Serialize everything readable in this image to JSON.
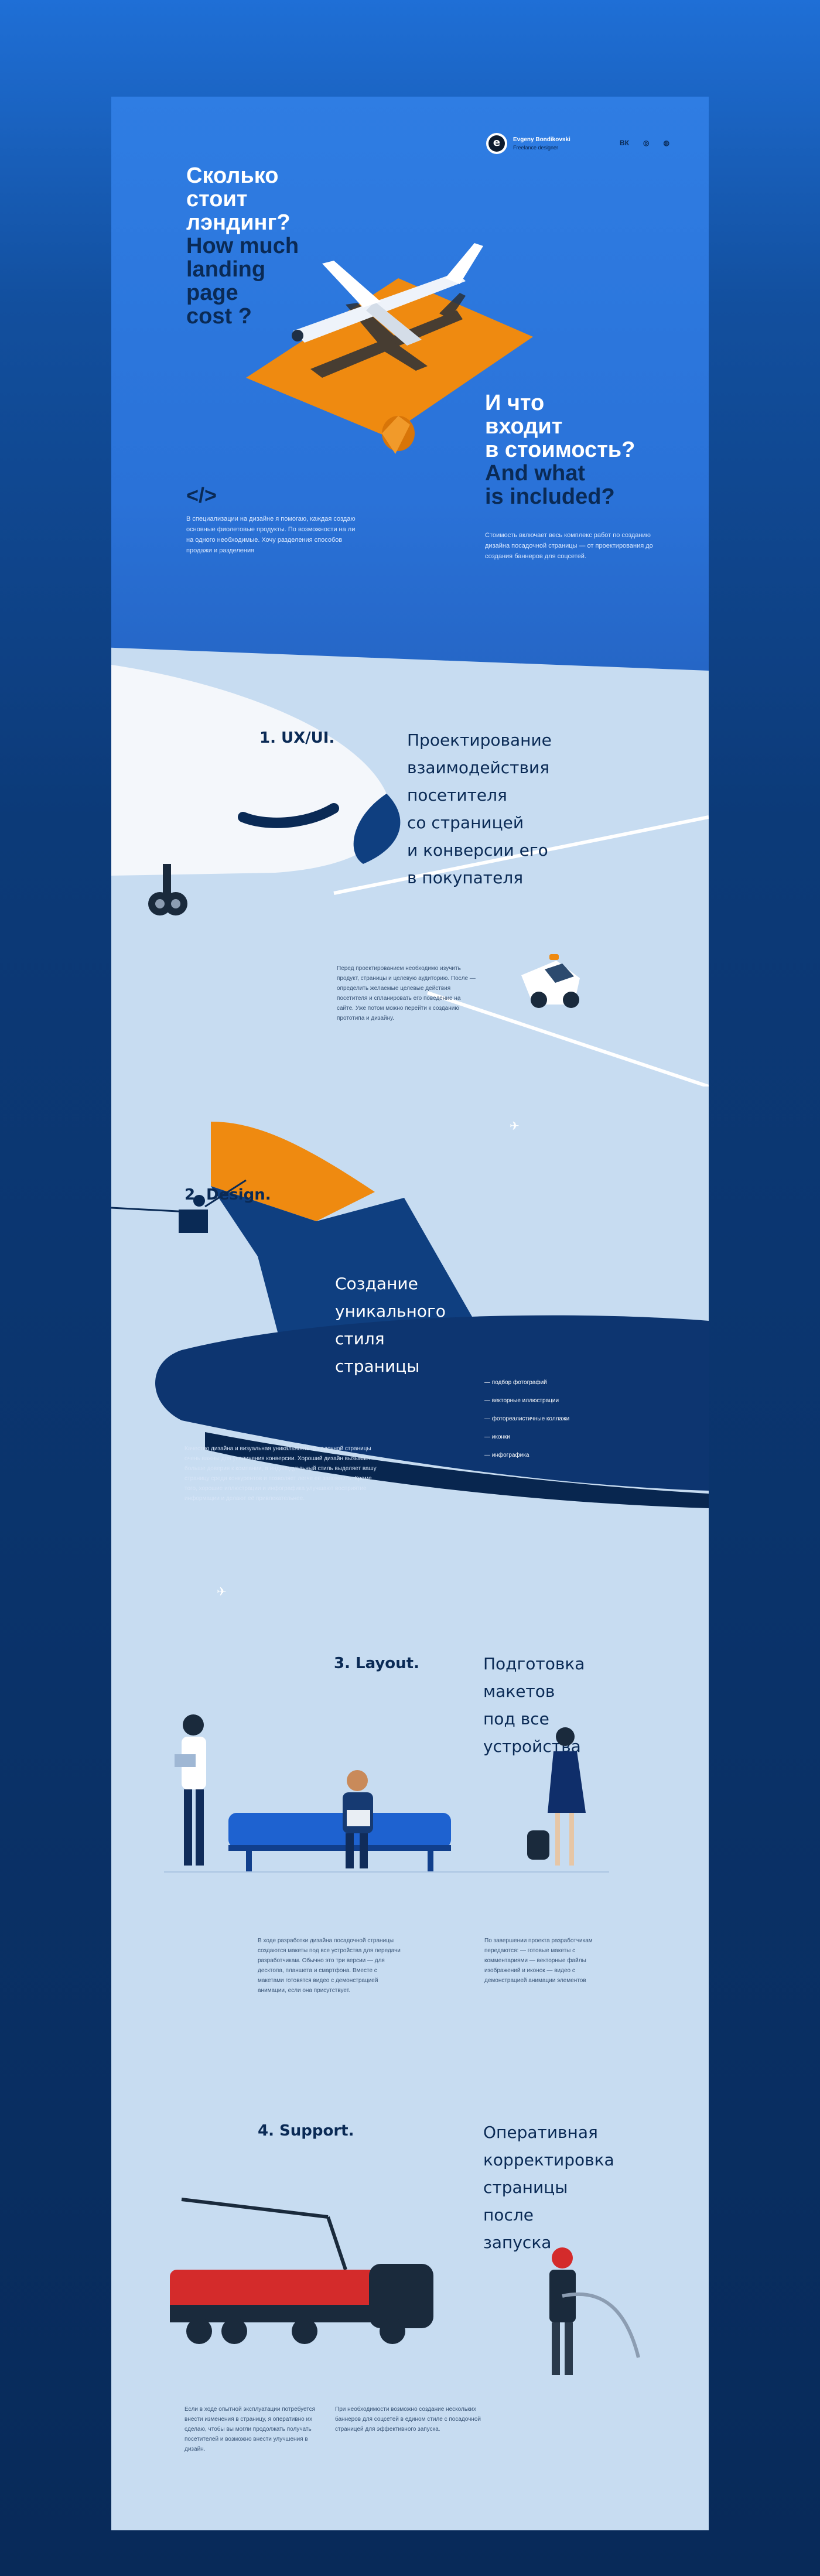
{
  "header": {
    "logo_letter": "e",
    "author_name": "Evgeny Bondikovski",
    "author_role": "Freelance designer",
    "social": [
      "ВК",
      "◎",
      "◍"
    ]
  },
  "hero": {
    "title_ru": [
      "Сколько",
      "стоит",
      "лэндинг?"
    ],
    "title_en": [
      "How much",
      "landing",
      "page",
      "cost ?"
    ],
    "code_icon": "</>",
    "intro_text": "В специализации на дизайне я помогаю, каждая создаю основные фиолетовые продукты. По возможности на ли на одного необходимые. Хочу разделения способов продажи и разделения",
    "subtitle_ru": [
      "И что",
      "входит",
      "в стоимость?"
    ],
    "subtitle_en": [
      "And what",
      "is included?"
    ],
    "subtitle_text": "Стоимость включает весь комплекс работ по созданию дизайна посадочной страницы — от проектирования до создания баннеров для соцсетей."
  },
  "sections": [
    {
      "number": "1. UX/UI.",
      "title": [
        "Проектирование",
        "взаимодействия",
        "посетителя",
        "со страницей",
        "и конверсии его",
        "в покупателя"
      ],
      "text": "Перед проектированием необходимо изучить продукт, страницы и целевую аудиторию. После — определить желаемые целевые действия посетителя и спланировать его поведение на сайте. Уже потом можно перейти к созданию прототипа и дизайну."
    },
    {
      "number": "2. Design.",
      "title": [
        "Создание",
        "уникального",
        "стиля",
        "страницы"
      ],
      "bullets": [
        "— подбор фотографий",
        "— векторные иллюстрации",
        "— фотореалистичные коллажи",
        "— иконки",
        "— инфографика"
      ],
      "text": "Качество дизайна и визуальная уникальность посадочной страницы очень важны для увеличения конверсии. Хороший дизайн вызывает больше доверия к компании, а индивидуальный стиль выделяет вашу страницу среди конкурентов и позволяет легче её запомнить. Кроме того, хорошие иллюстрации и инфографика улучшают восприятие информации и делают её привлекательнее."
    },
    {
      "number": "3. Layout.",
      "title": [
        "Подготовка",
        "макетов",
        "под все",
        "устройства"
      ],
      "text": "В ходе разработки дизайна посадочной страницы создаются макеты под все устройства для передачи разработчикам. Обычно это три версии — для десктопа, планшета и смартфона. Вместе с макетами готовятся видео с демонстрацией анимации, если она присутствует.",
      "text2": "По завершении проекта разработчикам передаются: — готовые макеты с комментариями — векторные файлы изображений и иконок — видео с демонстрацией анимации элементов"
    },
    {
      "number": "4. Support.",
      "title": [
        "Оперативная",
        "корректировка",
        "страницы",
        "после",
        "запуска"
      ],
      "text": "Если в ходе опытной эксплуатации потребуется внести изменения в страницу, я оперативно их сделаю, чтобы вы могли продолжать получать посетителей и возможно внести улучшения в дизайн.",
      "text2": "При необходимости возможно создание нескольких баннеров для соцсетей в едином стиле с посадочной страницей для эффективного запуска."
    }
  ],
  "colors": {
    "hero_blue": "#2a72d8",
    "light_blue": "#c7dcf1",
    "navy": "#0a2a55",
    "orange": "#ef8a10",
    "red": "#d42b2b"
  }
}
